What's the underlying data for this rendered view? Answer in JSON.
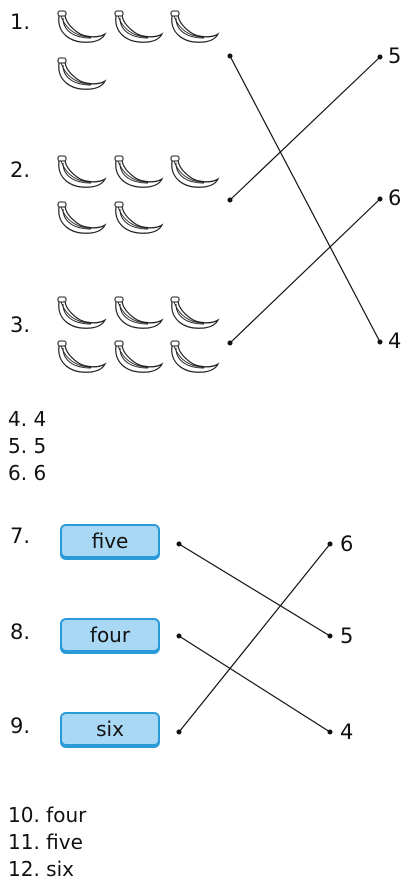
{
  "part1": {
    "items": [
      {
        "label": "1.",
        "bananas": 4
      },
      {
        "label": "2.",
        "bananas": 5
      },
      {
        "label": "3.",
        "bananas": 6
      }
    ],
    "right_numbers": [
      "5",
      "6",
      "4"
    ]
  },
  "answers1": [
    "4.  4",
    "5.  5",
    "6.  6"
  ],
  "part2": {
    "items": [
      {
        "label": "7.",
        "word": "five"
      },
      {
        "label": "8.",
        "word": "four"
      },
      {
        "label": "9.",
        "word": "six"
      }
    ],
    "right_numbers": [
      "6",
      "5",
      "4"
    ]
  },
  "answers2": [
    "10. four",
    "11. five",
    "12. six"
  ],
  "icons": {
    "banana": "banana-icon",
    "dot": "dot-icon"
  },
  "colors": {
    "box_fill": "#a9d8f5",
    "box_border": "#2a9ad8",
    "line": "#111111"
  }
}
